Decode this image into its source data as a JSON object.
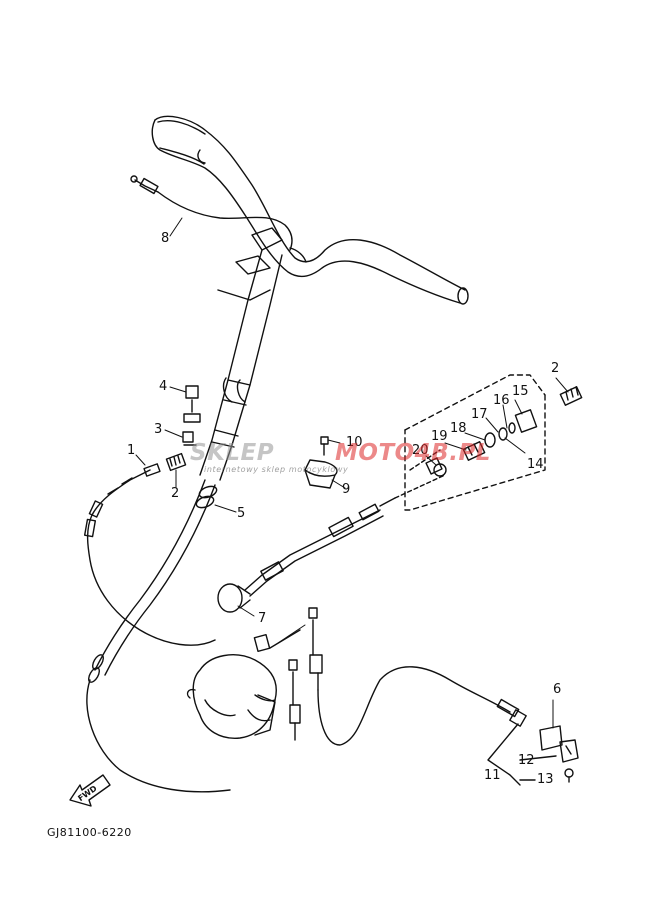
{
  "callouts": [
    {
      "id": "c1",
      "text": "1"
    },
    {
      "id": "c2a",
      "text": "2"
    },
    {
      "id": "c2b",
      "text": "2"
    },
    {
      "id": "c3",
      "text": "3"
    },
    {
      "id": "c4",
      "text": "4"
    },
    {
      "id": "c5",
      "text": "5"
    },
    {
      "id": "c6",
      "text": "6"
    },
    {
      "id": "c7",
      "text": "7"
    },
    {
      "id": "c8",
      "text": "8"
    },
    {
      "id": "c9",
      "text": "9"
    },
    {
      "id": "c10",
      "text": "10"
    },
    {
      "id": "c11",
      "text": "11"
    },
    {
      "id": "c12",
      "text": "12"
    },
    {
      "id": "c13",
      "text": "13"
    },
    {
      "id": "c14",
      "text": "14"
    },
    {
      "id": "c15",
      "text": "15"
    },
    {
      "id": "c16",
      "text": "16"
    },
    {
      "id": "c17",
      "text": "17"
    },
    {
      "id": "c18",
      "text": "18"
    },
    {
      "id": "c19",
      "text": "19"
    },
    {
      "id": "c20",
      "text": "20"
    }
  ],
  "part_code": "GJ81100-6220",
  "fwd_label": "FWD",
  "watermark": {
    "left": "SKLEP",
    "right": "MOTO4B.PL",
    "tagline": "internetowy sklep motocyklowy"
  },
  "colors": {
    "line": "#111111",
    "watermark_gray": "#969696",
    "watermark_red": "#dc2828"
  }
}
